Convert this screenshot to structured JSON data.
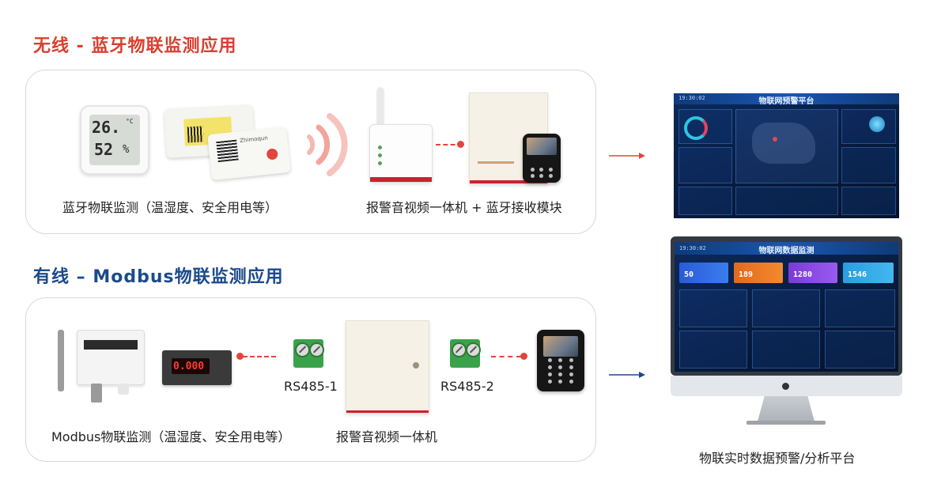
{
  "wireless": {
    "title": "无线 - 蓝牙物联监测应用",
    "title_color": "#d94030",
    "sensor_caption": "蓝牙物联监测（温湿度、安全用电等）",
    "gateway_caption": "报警音视频一体机 + 蓝牙接收模块",
    "hygrometer": {
      "temp": "26.",
      "temp_unit": "°C",
      "humidity": "52",
      "humidity_unit": "%"
    },
    "tag_brand": "Zhimoqun"
  },
  "wired": {
    "title": "有线 – Modbus物联监测应用",
    "title_color": "#1c4a8c",
    "sensor_caption": "Modbus物联监测（温湿度、安全用电等）",
    "gateway_caption": "报警音视频一体机",
    "rs485_left": "RS485-1",
    "rs485_right": "RS485-2",
    "meter_reading": "0.000"
  },
  "platform": {
    "caption": "物联实时数据预警/分析平台",
    "alarm_dashboard": {
      "title": "物联网预警平台",
      "time": "19:30:02"
    },
    "data_dashboard": {
      "title": "物联网数据监测",
      "time": "19:30:02",
      "kpis": [
        "50",
        "189",
        "1280",
        "1546"
      ]
    }
  },
  "colors": {
    "accent_red": "#e0463b",
    "arrow_red": "#e0463b",
    "arrow_blue": "#1c4a8c"
  },
  "icons": [
    "bluetooth-signal-icon",
    "arrow-right-icon"
  ]
}
